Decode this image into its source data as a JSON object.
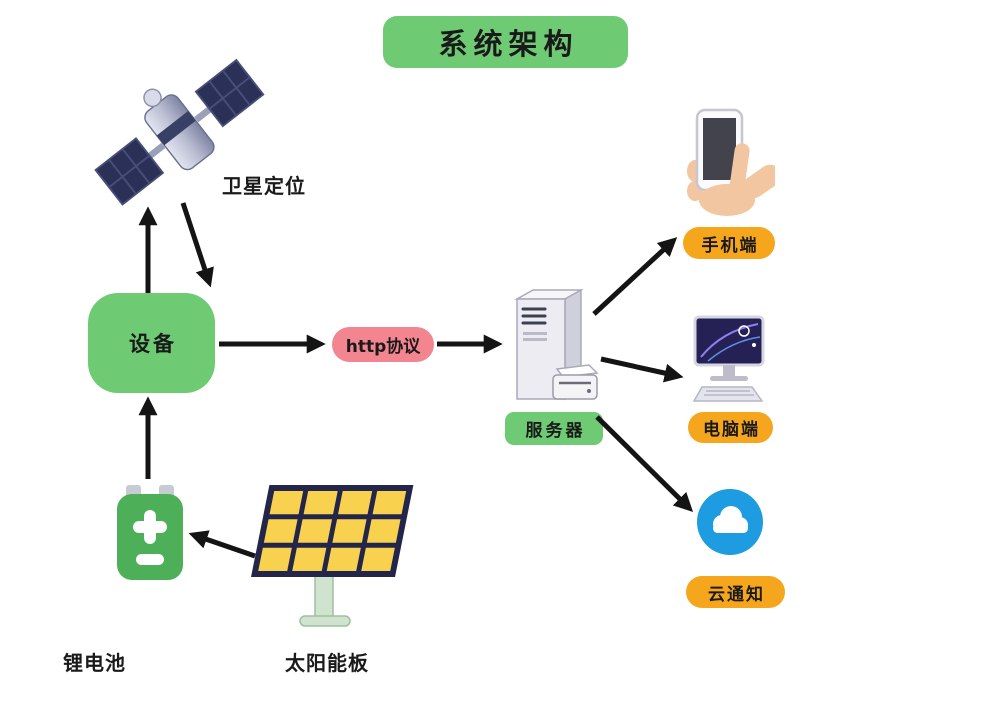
{
  "title": "系统架构",
  "labels": {
    "satellite": "卫星定位",
    "device": "设备",
    "http": "http协议",
    "server": "服务器",
    "mobile": "手机端",
    "pc": "电脑端",
    "cloud": "云通知",
    "battery": "锂电池",
    "solar": "太阳能板"
  },
  "icons": {
    "satellite": "satellite-icon",
    "server": "server-tower-icon",
    "mobile": "phone-in-hand-icon",
    "pc": "desktop-computer-icon",
    "cloud": "cloud-notification-icon",
    "battery": "battery-icon",
    "solar": "solar-panel-icon"
  },
  "colors": {
    "green": "#6ecb74",
    "orange": "#f6a61c",
    "pink": "#f2858f",
    "cloud_blue": "#1d9ce1",
    "battery_green": "#4db058",
    "solar_yellow": "#f8d14e",
    "panel_navy": "#23264a",
    "arrow_black": "#141414",
    "skin": "#f2c6a0"
  }
}
